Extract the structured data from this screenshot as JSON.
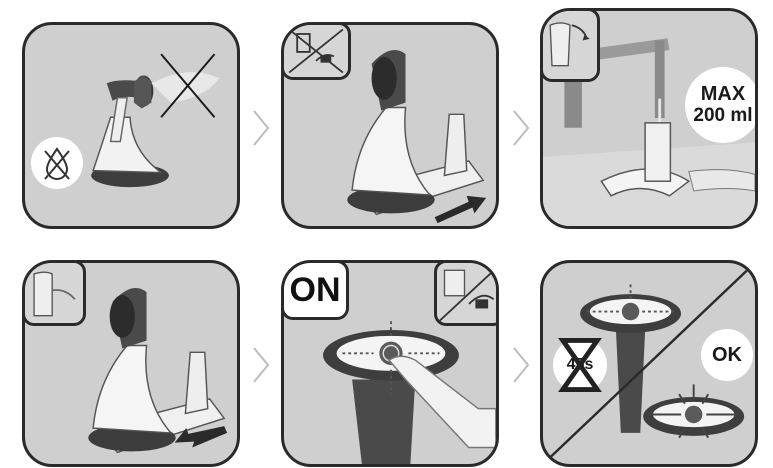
{
  "steps": [
    {
      "id": 1,
      "icon": "no-water-icon"
    },
    {
      "id": 2,
      "icon": "unplugged-icon"
    },
    {
      "id": 3,
      "badge_line1": "MAX",
      "badge_line2": "200 ml"
    },
    {
      "id": 4,
      "icon": "reservoir-lock-icon"
    },
    {
      "id": 5,
      "label": "ON",
      "icon": "plug-in-icon"
    },
    {
      "id": 6,
      "timer_text": "45s",
      "ok_text": "OK",
      "icon": "hourglass-icon"
    }
  ],
  "colors": {
    "panel_bg": "#cfcfcf",
    "border": "#2a2a2a",
    "device_dark": "#4a4a4a",
    "device_light": "#f4f4f4"
  }
}
